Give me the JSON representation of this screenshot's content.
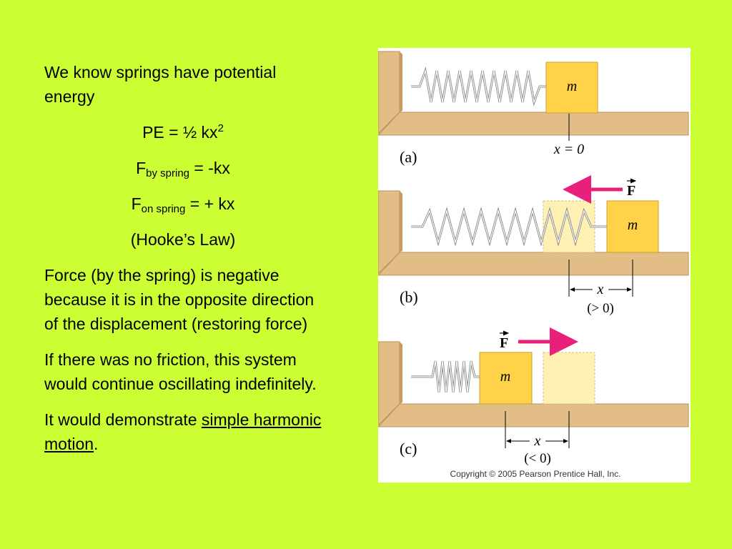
{
  "text": {
    "intro": "We know springs have potential energy",
    "pe_formula": "PE = ½ kx",
    "pe_exponent": "2",
    "f_by_prefix": "F",
    "f_by_sub": "by spring",
    "f_by_rest": " = -kx",
    "f_on_prefix": "F",
    "f_on_sub": "on spring",
    "f_on_rest": " = + kx",
    "law": "(Hooke’s Law)",
    "force_explanation": "Force (by the spring) is negative because it is in the opposite direction of the displacement (restoring force)",
    "friction": "If there was no friction, this system would continue oscillating indefinitely.",
    "demo_prefix": "It would demonstrate ",
    "demo_link": "simple harmonic motion",
    "demo_suffix": "."
  },
  "figure": {
    "panel_a_label": "(a)",
    "panel_a_mass": "m",
    "panel_a_position": "x = 0",
    "panel_b_label": "(b)",
    "panel_b_mass": "m",
    "panel_b_force": "F",
    "panel_b_x": "x",
    "panel_b_sign": "(> 0)",
    "panel_c_label": "(c)",
    "panel_c_mass": "m",
    "panel_c_force": "F",
    "panel_c_x": "x",
    "panel_c_sign": "(< 0)",
    "copyright": "Copyright © 2005 Pearson Prentice Hall, Inc."
  },
  "colors": {
    "background": "#ccff33",
    "wood": "#e2bd86",
    "wood_dark": "#c99a5c",
    "mass": "#ffd24a",
    "mass_ghost": "#fff0b3",
    "force_arrow": "#e8207a"
  }
}
